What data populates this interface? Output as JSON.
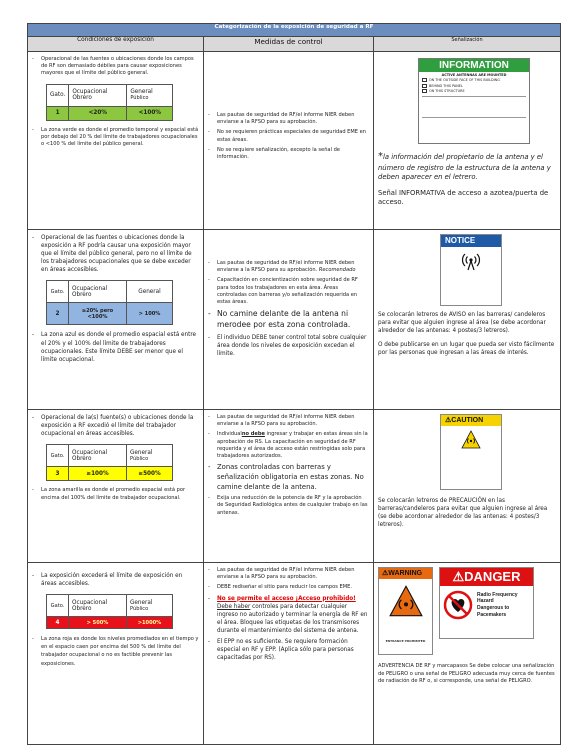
{
  "table": {
    "title": "Categorización de la exposición de seguridad a RF",
    "col_conditions": "Condiciones de exposición",
    "col_measures": "Medidas de control",
    "col_signage": "Señalización"
  },
  "inner_headers": {
    "cat": "Gato.",
    "occ_line1": "Ocupacional",
    "occ_line2": "Obrero",
    "gen_line1": "General",
    "gen_line2": "Público"
  },
  "rows": [
    {
      "condition": "Operacional de las fuentes o ubicaciones donde los campos de RF son demasiado débiles para causar exposiciones mayores que el límite del público general.",
      "category": "1",
      "occupational": "<20%",
      "general": "<100%",
      "color": "#8dc63f",
      "note": "La zona verde es donde el promedio temporal y espacial está por debajo del 20 % del límite de trabajadores ocupacionales o <100 % del límite del público general.",
      "measures": [
        "Las pautas de seguridad de RF/el informe NIER deben enviarse a la RFSO para su aprobación.",
        "No se requieren prácticas especiales de seguridad EME en estas áreas.",
        "No se requiere señalización, excepto la señal de información."
      ],
      "sign_header": "INFORMATION",
      "sign_sub": "ACTIVE ANTENNAS ARE MOUNTED",
      "sign_options": [
        "ON THE OUTSIDE FACE OF THIS BUILDING",
        "BEHIND THIS PANEL",
        "ON THIS STRUCTURE"
      ],
      "sign_note_marker": "*",
      "sign_note": "la información del propietario de la antena y el número de registro de la estructura de la antena y deben aparecer en el letrero.",
      "signage": "Señal INFORMATIVA de acceso a azotea/puerta de acceso."
    },
    {
      "condition": "Operacional de las fuentes o ubicaciones donde la exposición a RF podría causar una exposición mayor que el límite del público general, pero no el límite de los trabajadores ocupacionales que se debe exceder en áreas accesibles.",
      "category": "2",
      "occupational": "≥20% pero <100%",
      "general": "> 100%",
      "color": "#92b4e0",
      "note": "La zona azul es donde el promedio espacial está entre el 20% y el 100% del límite de trabajadores ocupacionales. Este límite DEBE ser menor que el límite ocupacional.",
      "measures": [
        "Las pautas de seguridad de RF/el informe NIER deben enviarse a la RFSO para su aprobación.",
        "Recomendado",
        "Capacitación en concientización sobre seguridad de RF para todos los trabajadores en esta área. Áreas controladas con barreras y/o señalización requerida en estas áreas.",
        "No camine delante de la antena ni merodee por esta zona controlada.",
        "El individuo DEBE tener control total sobre cualquier área donde los niveles de exposición excedan el límite."
      ],
      "sign_header": "NOTICE",
      "signage": "Se colocarán letreros de AVISO en las barreras/ candeleros para evitar que alguien ingrese al área (se debe acordonar alrededor de las antenas: 4 postes/3 letreros).",
      "signage2": "O debe publicarse en un lugar que pueda ser visto fácilmente por las personas que ingresan a las áreas de interés."
    },
    {
      "condition": "Operacional de la(s) fuente(s) o ubicaciones donde la exposición a RF excedió el límite del trabajador ocupacional en áreas accesibles.",
      "category": "3",
      "occupational": "≥100%",
      "general": "≥500%",
      "color": "#ffff00",
      "note": "La zona amarilla es donde el promedio espacial está por encima del 100% del límite de trabajador ocupacional.",
      "measures_a": "Las pautas de seguridad de RF/el informe NIER deben enviarse a la RFSO para su aprobación.",
      "measures_b_pre": "Individual",
      "measures_b_u": "no debe",
      "measures_b_post": " ingresar y trabajar en estas áreas sin la aprobación de RS. La capacitación en seguridad de RF requerida y el área de acceso están restringidas solo para trabajadores autorizados.",
      "measures_c": "Zonas controladas con barreras y señalización obligatoria en estas zonas. No camine delante de la antena.",
      "measures_d": "Exija una reducción de la potencia de RF y la aprobación de Seguridad Radiológica antes de cualquier trabajo en las antenas.",
      "sign_header": "CAUTION",
      "signage": "Se colocarán letreros de PRECAUCIÓN en las barreras/candeleros para evitar que alguien ingrese al área (se debe acordonar alrededor de las antenas: 4 postes/3 letreros)."
    },
    {
      "condition": "La exposición excederá el límite de exposición en áreas accesibles.",
      "category": "4",
      "occupational": "> 500%",
      "general": ">1000%",
      "color": "#e8101a",
      "note": "La zona roja es donde los niveles promediados en el tiempo y en el espacio caen por encima del 500 % del límite del trabajador ocupacional o no es factible prevenir las exposiciones.",
      "measures_a": "Las pautas de seguridad de RF/el informe NIER deben enviarse a la RFSO para su aprobación.",
      "measures_b": "DEBE rediseñar el sitio para reducir los campos EME.",
      "measures_c_red": "No se permite el acceso ¡Acceso prohibido!",
      "measures_c_u": "Debe haber",
      "measures_c_post": " controles para detectar cualquier ingreso no autorizado y terminar la energía de RF en el área. Bloquee las etiquetas de los transmisores durante el mantenimiento del sistema de antena.",
      "measures_d": "El EPP no es suficiente. Se requiere formación especial en RF y EPP. (Aplica sólo para personas capacitadas por RS).",
      "sign_header": "WARNING",
      "sign_footer": "ENTRANCE PROHIBITED",
      "danger_header": "DANGER",
      "danger_text": [
        "Radio Frequency",
        "Hazard",
        "Dangerous to",
        "Pacemakers"
      ],
      "signage": "ADVERTENCIA DE RF y marcapasos Se debe colocar una señalización de PELIGRO o una señal de PELIGRO adecuada muy cerca de fuentes de radiación de RF o, si corresponde, una señal de PELIGRO."
    }
  ]
}
